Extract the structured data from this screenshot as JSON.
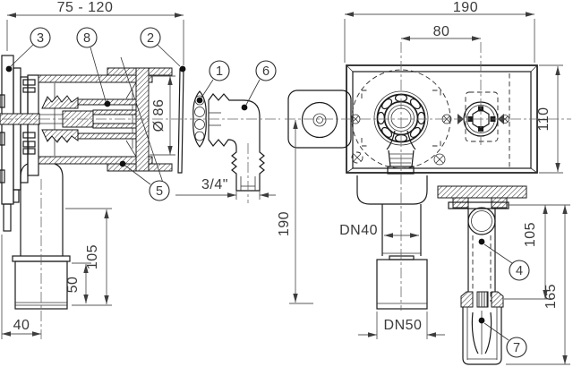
{
  "meta": {
    "kind": "technical-drawing",
    "description": "concealed washing machine trap, two views",
    "units": "mm"
  },
  "colors": {
    "background": "#ffffff",
    "line": "#1a1a1a",
    "dim_line": "#5a5a5a",
    "text": "#3a3a3a"
  },
  "left_view": {
    "dims": {
      "depth_range": "75 - 120",
      "flange_diameter": "Ø 86",
      "hose_thread": "3/4\"",
      "outlet_height": "105",
      "socket_depth": "50",
      "wall_offset": "40"
    },
    "callouts": {
      "c1": "1",
      "c2": "2",
      "c3": "3",
      "c5": "5",
      "c6": "6",
      "c8": "8"
    }
  },
  "right_view": {
    "dims": {
      "body_width": "190",
      "port_spacing": "80",
      "body_height": "110",
      "outlet_drop": "190",
      "inlet_size": "DN40",
      "outlet_size": "DN50",
      "standpipe_inset": "105",
      "standpipe_length": "165"
    },
    "callouts": {
      "c4": "4",
      "c7": "7"
    }
  }
}
